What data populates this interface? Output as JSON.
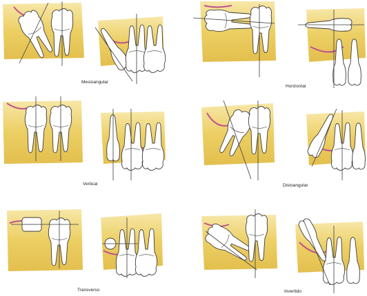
{
  "labels": {
    "mesioangular": "Mesioangular",
    "horizontal": "Horizontal",
    "vertical": "Vertical",
    "distoangular": "Distoangular",
    "transverso": "Transverso",
    "invertido": "Invertido"
  },
  "colors": {
    "bone": "#eccf63",
    "bone_light": "#f5e3a0",
    "gum": "#c0508e",
    "outline": "#3a3a3a",
    "tooth": "#ffffff"
  }
}
